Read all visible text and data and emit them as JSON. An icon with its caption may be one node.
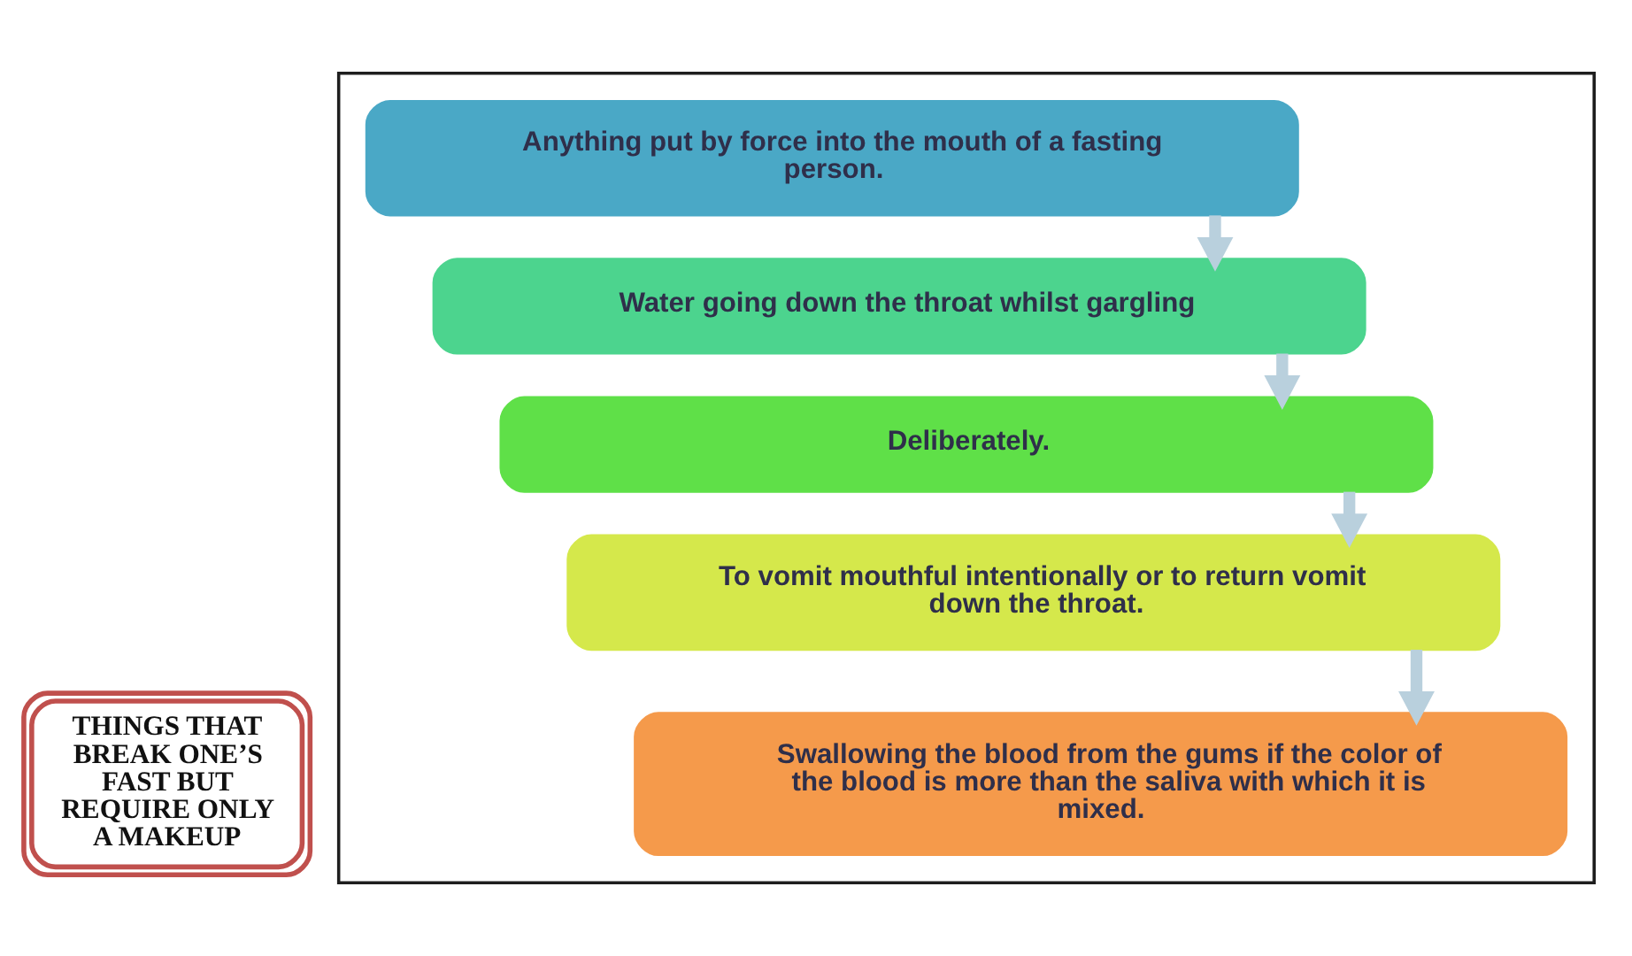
{
  "diagram": {
    "nodes": [
      {
        "text": [],
        "shape": "box"
      },
      {
        "text": [
          "Anything put by force into the mouth of a fasting person."
        ],
        "in": 0
      },
      {
        "text": [
          "Water going down the throat whilst gargling"
        ],
        "in": 0
      },
      {
        "text": [
          "Deliberately."
        ],
        "in": 0
      },
      {
        "text": [
          "To vomit mouthful intentionally or to return vomit down the throat."
        ],
        "in": 0
      },
      {
        "text": [
          "Swallowing the blood from the gums if the color of the blood is more than the saliva with which it is mixed."
        ],
        "in": 0
      },
      {
        "text": [
          "THINGS THAT BREAK ONE’S FAST BUT REQUIRE ONLY A MAKEUP"
        ]
      }
    ],
    "edges": [
      {
        "from": 1,
        "to": 2,
        "arrow": "to"
      },
      {
        "from": 2,
        "to": 3,
        "arrow": "to"
      },
      {
        "from": 3,
        "to": 4,
        "arrow": "to"
      },
      {
        "from": 4,
        "to": 5,
        "arrow": "to"
      }
    ]
  }
}
